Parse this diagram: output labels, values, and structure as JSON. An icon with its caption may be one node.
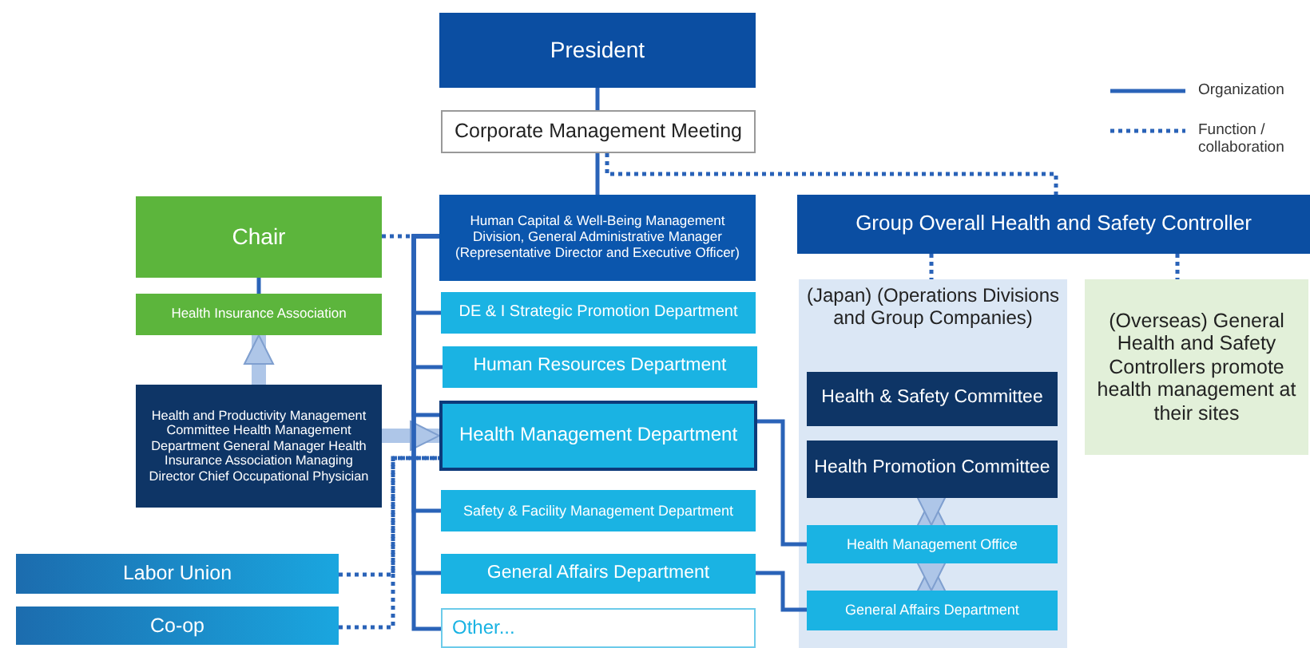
{
  "diagram": {
    "nodes": [
      {
        "text": [
          "President"
        ]
      },
      {
        "text": [
          "Corporate Management Meeting"
        ]
      },
      {
        "text": [
          "Chair"
        ]
      },
      {
        "text": [
          "Health Insurance Association"
        ]
      },
      {
        "text": [
          "Health and Productivity Management Committee Health Management Department General Manager Health Insurance Association Managing Director Chief Occupational Physician"
        ]
      },
      {
        "text": [
          "Human Capital & Well-Being Management Division, General Administrative Manager (Representative Director and Executive Officer)"
        ]
      },
      {
        "text": [
          "DE & I Strategic Promotion Department"
        ]
      },
      {
        "text": [
          "Human Resources Department"
        ]
      },
      {
        "text": [
          "Health Management Department"
        ]
      },
      {
        "text": [
          "Safety & Facility Management Department"
        ]
      },
      {
        "text": [
          "General Affairs Department"
        ]
      },
      {
        "text": [
          "Other..."
        ]
      },
      {
        "text": [
          "Group Overall Health and Safety Controller"
        ]
      },
      {
        "text": [
          "(Japan) (Operations Divisions and Group Companies)"
        ]
      },
      {
        "text": [
          "Health & Safety Committee"
        ],
        "in": 13
      },
      {
        "text": [
          "Health Promotion Committee"
        ],
        "in": 13
      },
      {
        "text": [
          "Health Management Office"
        ],
        "in": 13
      },
      {
        "text": [
          "General Affairs Department"
        ],
        "in": 13
      },
      {
        "text": [
          "(Overseas) General Health and Safety Controllers promote health management at their sites"
        ]
      },
      {
        "text": [
          "Labor Union"
        ]
      },
      {
        "text": [
          "Co-op"
        ]
      }
    ],
    "edges": [
      {
        "from": 0,
        "to": 1,
        "arrow": "none"
      },
      {
        "from": 1,
        "to": 5,
        "arrow": "none"
      },
      {
        "from": 1,
        "to": 12,
        "arrow": "none",
        "style": "dashed"
      },
      {
        "from": 2,
        "to": 5,
        "arrow": "none",
        "style": "dashed"
      },
      {
        "from": 2,
        "to": 3,
        "arrow": "none"
      },
      {
        "from": 4,
        "to": 3,
        "arrow": "to",
        "style": "thick",
        "color": "#aec6e8"
      },
      {
        "from": 4,
        "to": 8,
        "arrow": "to",
        "style": "thick",
        "color": "#aec6e8"
      },
      {
        "from": 5,
        "to": 6,
        "arrow": "none"
      },
      {
        "from": 5,
        "to": 7,
        "arrow": "none"
      },
      {
        "from": 5,
        "to": 8,
        "arrow": "none"
      },
      {
        "from": 5,
        "to": 9,
        "arrow": "none"
      },
      {
        "from": 5,
        "to": 10,
        "arrow": "none"
      },
      {
        "from": 5,
        "to": 11,
        "arrow": "none"
      },
      {
        "from": 19,
        "to": 8,
        "arrow": "none",
        "style": "dashed"
      },
      {
        "from": 20,
        "to": 8,
        "arrow": "none",
        "style": "dashed"
      },
      {
        "from": 8,
        "to": 16,
        "arrow": "none"
      },
      {
        "from": 10,
        "to": 17,
        "arrow": "none"
      },
      {
        "from": 12,
        "to": 13,
        "arrow": "none",
        "style": "dashed"
      },
      {
        "from": 12,
        "to": 18,
        "arrow": "none",
        "style": "dashed"
      },
      {
        "from": 15,
        "to": 16,
        "arrow": "both",
        "style": "thick",
        "color": "#aec6e8"
      },
      {
        "from": 16,
        "to": 17,
        "arrow": "both",
        "style": "thick",
        "color": "#aec6e8"
      }
    ],
    "legend": [
      {
        "text": "Organization"
      },
      {
        "text": "Function / collaboration"
      }
    ]
  }
}
